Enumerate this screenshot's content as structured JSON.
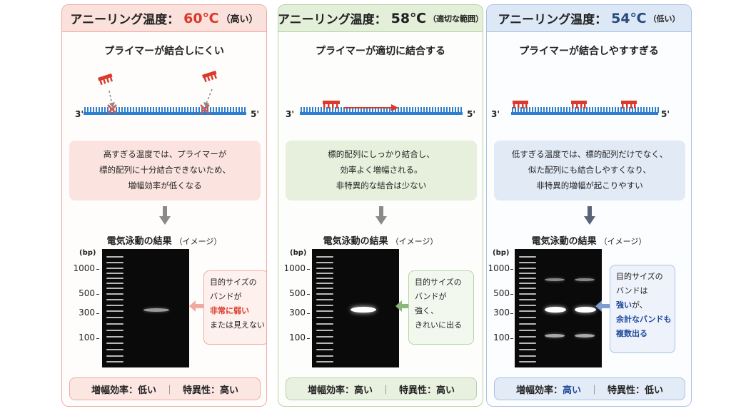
{
  "colors": {
    "red": "#d93a2b",
    "green_accent": "#8bb77a",
    "blue_accent": "#2a4a80",
    "dna": "#2f7fd0"
  },
  "gel_ticks": [
    "1000",
    "500",
    "300",
    "100"
  ],
  "panels": [
    {
      "id": "high",
      "header": {
        "title": "アニーリング温度：",
        "temp": "60℃",
        "note": "（高い）"
      },
      "subtitle": "プライマーが結合しにくい",
      "strand": {
        "left": "3'",
        "right": "5'"
      },
      "desc": [
        "高すぎる温度では、プライマーが",
        "標的配列に十分結合できないため、",
        "増幅効率が低くなる"
      ],
      "gel": {
        "title": "電気泳動の結果",
        "sub": "（イメージ）",
        "bp": "(bp)"
      },
      "callout": {
        "l1": "目的サイズの",
        "l2": "バンドが",
        "l3": "非常に弱い",
        "l4": "または見えない"
      },
      "footer": {
        "left": "増幅効率：低い",
        "sep": "｜",
        "right": "特異性：高い"
      }
    },
    {
      "id": "optimal",
      "header": {
        "title": "アニーリング温度：",
        "temp": "58℃",
        "note": "（適切な範囲）"
      },
      "subtitle": "プライマーが適切に結合する",
      "strand": {
        "left": "3'",
        "right": "5'"
      },
      "desc": [
        "標的配列にしっかり結合し、",
        "効率よく増幅される。",
        "非特異的な結合は少ない"
      ],
      "gel": {
        "title": "電気泳動の結果",
        "sub": "（イメージ）",
        "bp": "(bp)"
      },
      "callout": {
        "l1": "目的サイズの",
        "l2": "バンドが",
        "l3": "強く、",
        "l4": "きれいに出る"
      },
      "footer": {
        "left": "増幅効率：高い",
        "sep": "｜",
        "right": "特異性：高い"
      }
    },
    {
      "id": "low",
      "header": {
        "title": "アニーリング温度：",
        "temp": "54℃",
        "note": "（低い）"
      },
      "subtitle": "プライマーが結合しやすすぎる",
      "strand": {
        "left": "3'",
        "right": "5'"
      },
      "desc": [
        "低すぎる温度では、標的配列だけでなく、",
        "似た配列にも結合しやすくなり、",
        "非特異的増幅が起こりやすい"
      ],
      "gel": {
        "title": "電気泳動の結果",
        "sub": "（イメージ）",
        "bp": "(bp)"
      },
      "callout": {
        "l1": "目的サイズの",
        "l2": "バンドは",
        "l3a": "強い",
        "l3b": "が、",
        "l4": "余計なバンドも",
        "l5": "複数出る"
      },
      "footer": {
        "left_label": "増幅効率：",
        "left_value": "高い",
        "sep": "｜",
        "right": "特異性：低い"
      }
    }
  ]
}
